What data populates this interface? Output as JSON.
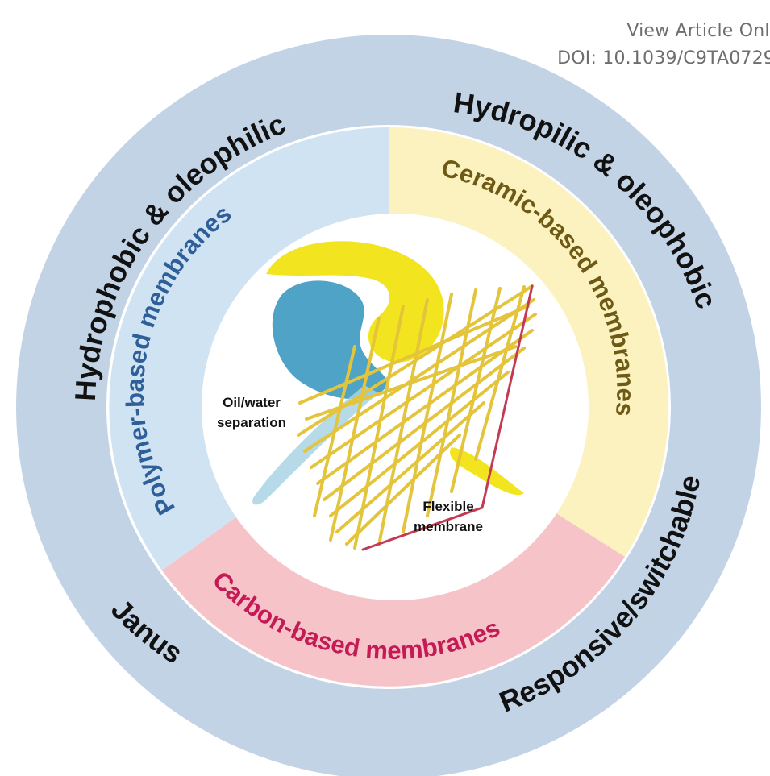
{
  "header": {
    "view_article": "View Article Onli",
    "doi": "DOI: 10.1039/C9TA0729"
  },
  "outer_ring": {
    "labels": [
      "Hydrophobic & oleophilic",
      "Hydropilic & oleophobic",
      "Responsive/switchable",
      "Janus"
    ]
  },
  "sectors": [
    {
      "label": "Polymer-based membranes",
      "fill": "#cfe3f3",
      "text_color": "#2f5f99"
    },
    {
      "label": "Ceramic-based membranes",
      "fill": "#fbf2bf",
      "text_color": "#6e5a14"
    },
    {
      "label": "Carbon-based membranes",
      "fill": "#f6c4c8",
      "text_color": "#c41a55"
    }
  ],
  "center": {
    "label_left_1": "Oil/water",
    "label_left_2": "separation",
    "label_right_1": "Flexible",
    "label_right_2": "membrane"
  },
  "colors": {
    "outer_ring": "#c3d3e6",
    "center_bg": "#ffffff",
    "oil_yellow": "#f2e41f",
    "water_blue": "#4fa3c6",
    "fiber": "#e3c43a",
    "fiber_red": "#c43a55"
  }
}
